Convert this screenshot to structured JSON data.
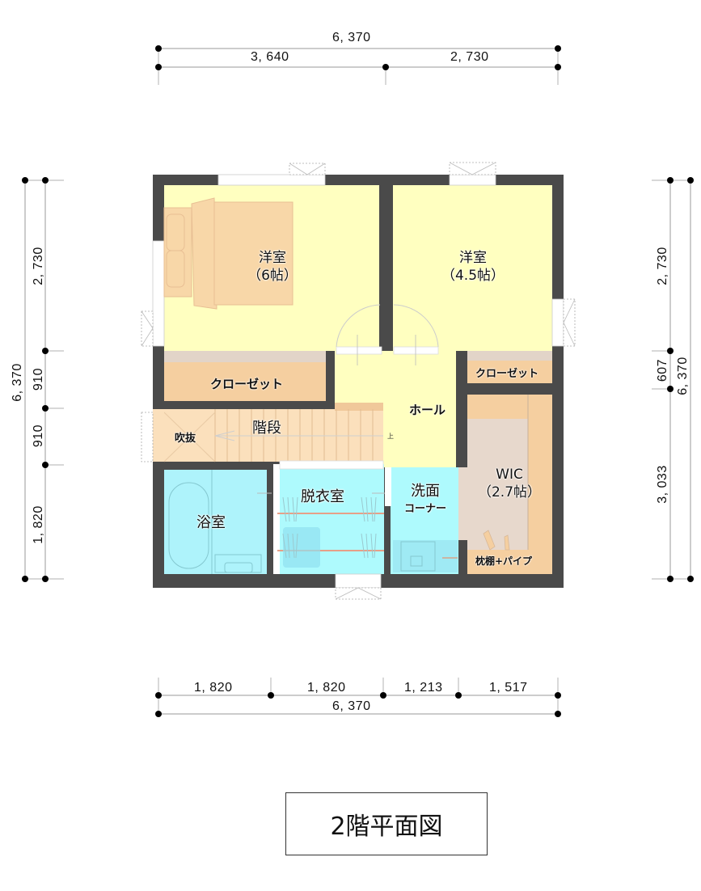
{
  "plan": {
    "title": "2階平面図",
    "colors": {
      "wall": "#4a4a4a",
      "bedroom": "#ffffc0",
      "hall": "#ffffc0",
      "closet": "#f5cfa0",
      "closet_top": "#e2d4c8",
      "stairs": "#fbe0bc",
      "wet_area": "#aef7fb",
      "wic_floor": "#e7d8cc",
      "bed": "#f8d7a8",
      "dim_line": "#cccccc",
      "dim_dot": "#000000"
    }
  },
  "rooms": {
    "bedroom_west": {
      "name": "洋室",
      "size": "（6帖）"
    },
    "bedroom_east": {
      "name": "洋室",
      "size": "（4.5帖）"
    },
    "closet_west": {
      "name": "クローゼット"
    },
    "closet_east": {
      "name": "クローゼット"
    },
    "hall": {
      "name": "ホール"
    },
    "stairs": {
      "name": "階段"
    },
    "void": {
      "name": "吹抜"
    },
    "bath": {
      "name": "浴室"
    },
    "dressing": {
      "name": "脱衣室"
    },
    "washroom": {
      "name": "洗面",
      "sub": "コーナー"
    },
    "wic": {
      "name": "WIC",
      "size": "（2.7帖）"
    },
    "wic_shelf": {
      "name": "枕棚+パイプ"
    }
  },
  "dimensions": {
    "top": {
      "total": "6, 370",
      "segments": [
        "3, 640",
        "2, 730"
      ]
    },
    "bottom": {
      "total": "6, 370",
      "segments": [
        "1, 820",
        "1, 820",
        "1, 213",
        "1, 517"
      ]
    },
    "left": {
      "total": "6, 370",
      "segments": [
        "2, 730",
        "910",
        "910",
        "1, 820"
      ]
    },
    "right": {
      "total": "6, 370",
      "segments": [
        "2, 730",
        "607",
        "3, 033"
      ]
    }
  },
  "stairs_marker": "上"
}
